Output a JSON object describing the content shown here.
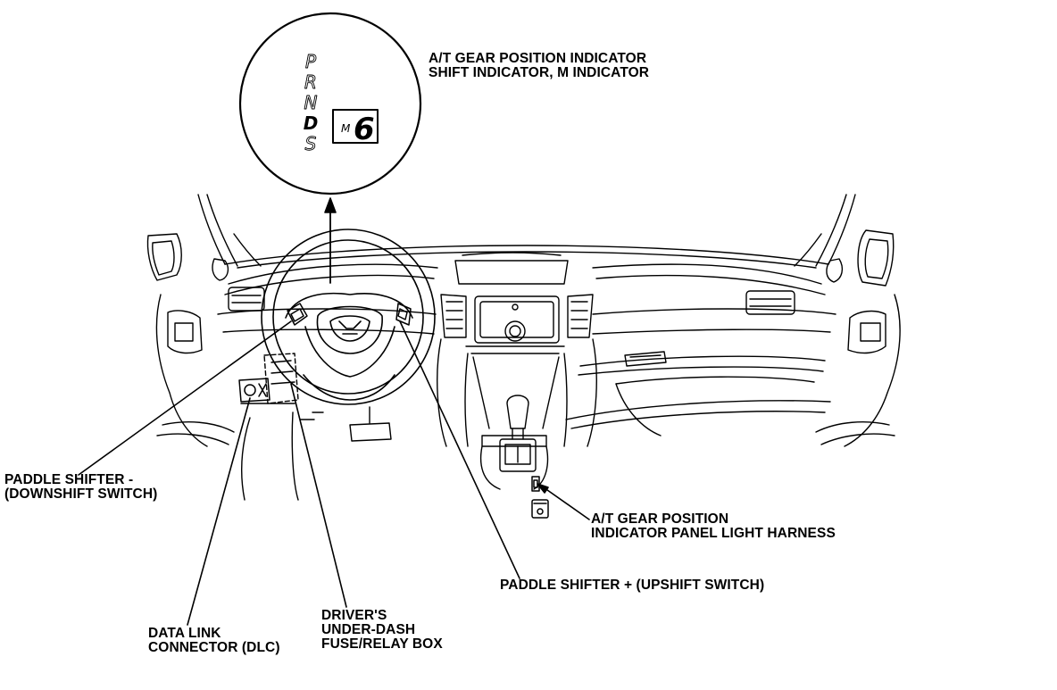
{
  "indicator": {
    "gears": [
      "P",
      "R",
      "N",
      "D",
      "S"
    ],
    "active_gear": "D",
    "mode_letter": "M",
    "shift_digit": "6"
  },
  "labels": {
    "gear_indicator": [
      "A/T GEAR POSITION INDICATOR",
      "SHIFT INDICATOR, M INDICATOR"
    ],
    "paddle_down": [
      "PADDLE SHIFTER -",
      "(DOWNSHIFT SWITCH)"
    ],
    "harness": [
      "A/T GEAR POSITION",
      "INDICATOR PANEL LIGHT HARNESS"
    ],
    "paddle_up": [
      "PADDLE SHIFTER + (UPSHIFT SWITCH)"
    ],
    "dlc": [
      "DATA LINK",
      "CONNECTOR (DLC)"
    ],
    "fuse_box": [
      "DRIVER'S",
      "UNDER-DASH",
      "FUSE/RELAY BOX"
    ]
  }
}
